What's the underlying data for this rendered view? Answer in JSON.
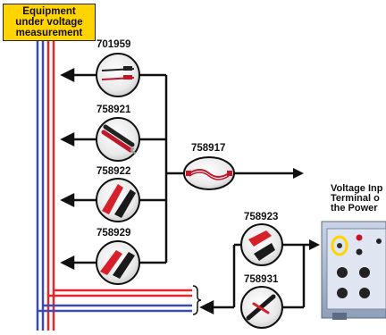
{
  "title": {
    "lines": [
      "Equipment",
      "under voltage",
      "measurement"
    ]
  },
  "parts": {
    "p701959": "701959",
    "p758921": "758921",
    "p758922": "758922",
    "p758929": "758929",
    "p758917": "758917",
    "p758923": "758923",
    "p758931": "758931"
  },
  "voltage_label": {
    "lines": [
      "Voltage Inp",
      "Terminal o",
      "the Power"
    ]
  },
  "colors": {
    "red": "#e8252b",
    "blue": "#3a4bb8",
    "yellow": "#ffd400",
    "black": "#111111"
  }
}
